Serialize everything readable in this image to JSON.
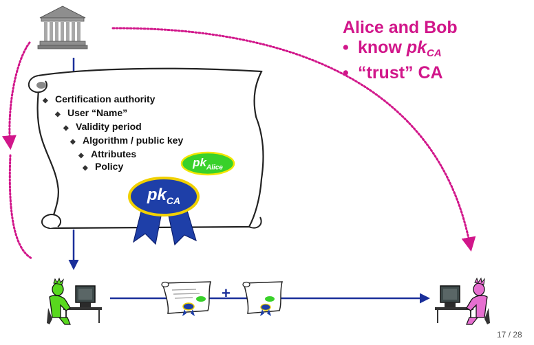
{
  "heading": {
    "line1": "Alice and Bob",
    "bullet": "•",
    "line2_prefix": "know ",
    "line2_pk": "pk",
    "line2_sub": "CA",
    "line3": "“trust” CA"
  },
  "certificate": {
    "fields": [
      "Certification authority",
      "User “Name”",
      "Validity period",
      "Algorithm / public key",
      "Attributes",
      "Policy"
    ],
    "pk_alice": {
      "pk": "pk",
      "sub": "Alice"
    },
    "pk_ca": {
      "pk": "pk",
      "sub": "CA"
    }
  },
  "plus_sign": "+",
  "page_number": "17 / 28",
  "colors": {
    "magenta": "#d1168a",
    "navy": "#1a2f9a",
    "seal_blue": "#1e3fa8",
    "seal_ring": "#f0d000",
    "pk_alice_fill": "#39d12a",
    "person_alice": "#58d81e",
    "person_bob": "#e66fd0"
  },
  "icons": [
    "bank-building-icon",
    "scroll-certificate-icon",
    "seal-ribbon-icon",
    "person-at-computer-icon"
  ]
}
